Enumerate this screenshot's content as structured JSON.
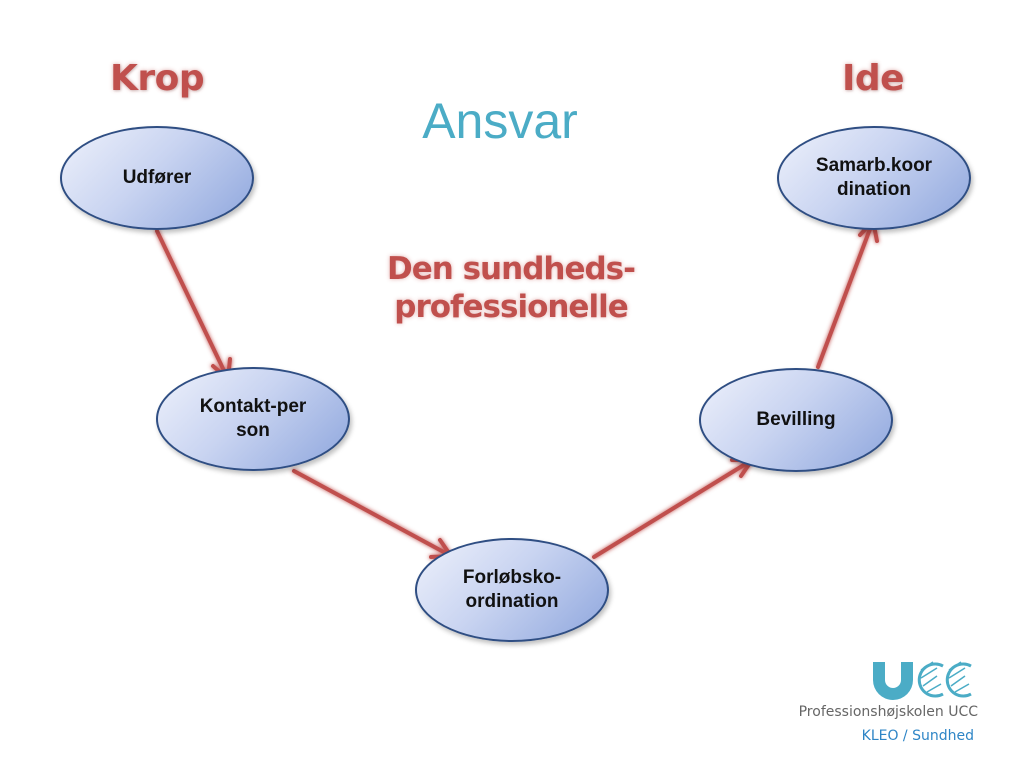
{
  "labels": {
    "left": "Krop",
    "right": "Ide"
  },
  "title": "Ansvar",
  "subtitle": "Den sundheds-professionelle",
  "nodes": [
    {
      "id": "udforer",
      "text": "Udfører"
    },
    {
      "id": "kontakt",
      "text": "Kontakt-person"
    },
    {
      "id": "forlob",
      "text": "Forløbsko-ordination"
    },
    {
      "id": "bevilling",
      "text": "Bevilling"
    },
    {
      "id": "samarb",
      "text": "Samarb.koordination"
    }
  ],
  "edges": [
    {
      "from": "Udfører",
      "to": "Kontakt-person"
    },
    {
      "from": "Kontakt-person",
      "to": "Forløbsko-ordination"
    },
    {
      "from": "Forløbsko-ordination",
      "to": "Bevilling"
    },
    {
      "from": "Bevilling",
      "to": "Samarb.koordination"
    }
  ],
  "footer": {
    "logo_text": "UCC",
    "org": "Professionshøjskolen UCC",
    "unit": "KLEO / Sundhed"
  },
  "colors": {
    "accent_red": "#c0504d",
    "title_teal": "#4bacc6",
    "node_border": "#2f4e83",
    "arrow": "#c0504d",
    "logo_teal": "#4bacc6",
    "unit_blue": "#2e85c6"
  }
}
